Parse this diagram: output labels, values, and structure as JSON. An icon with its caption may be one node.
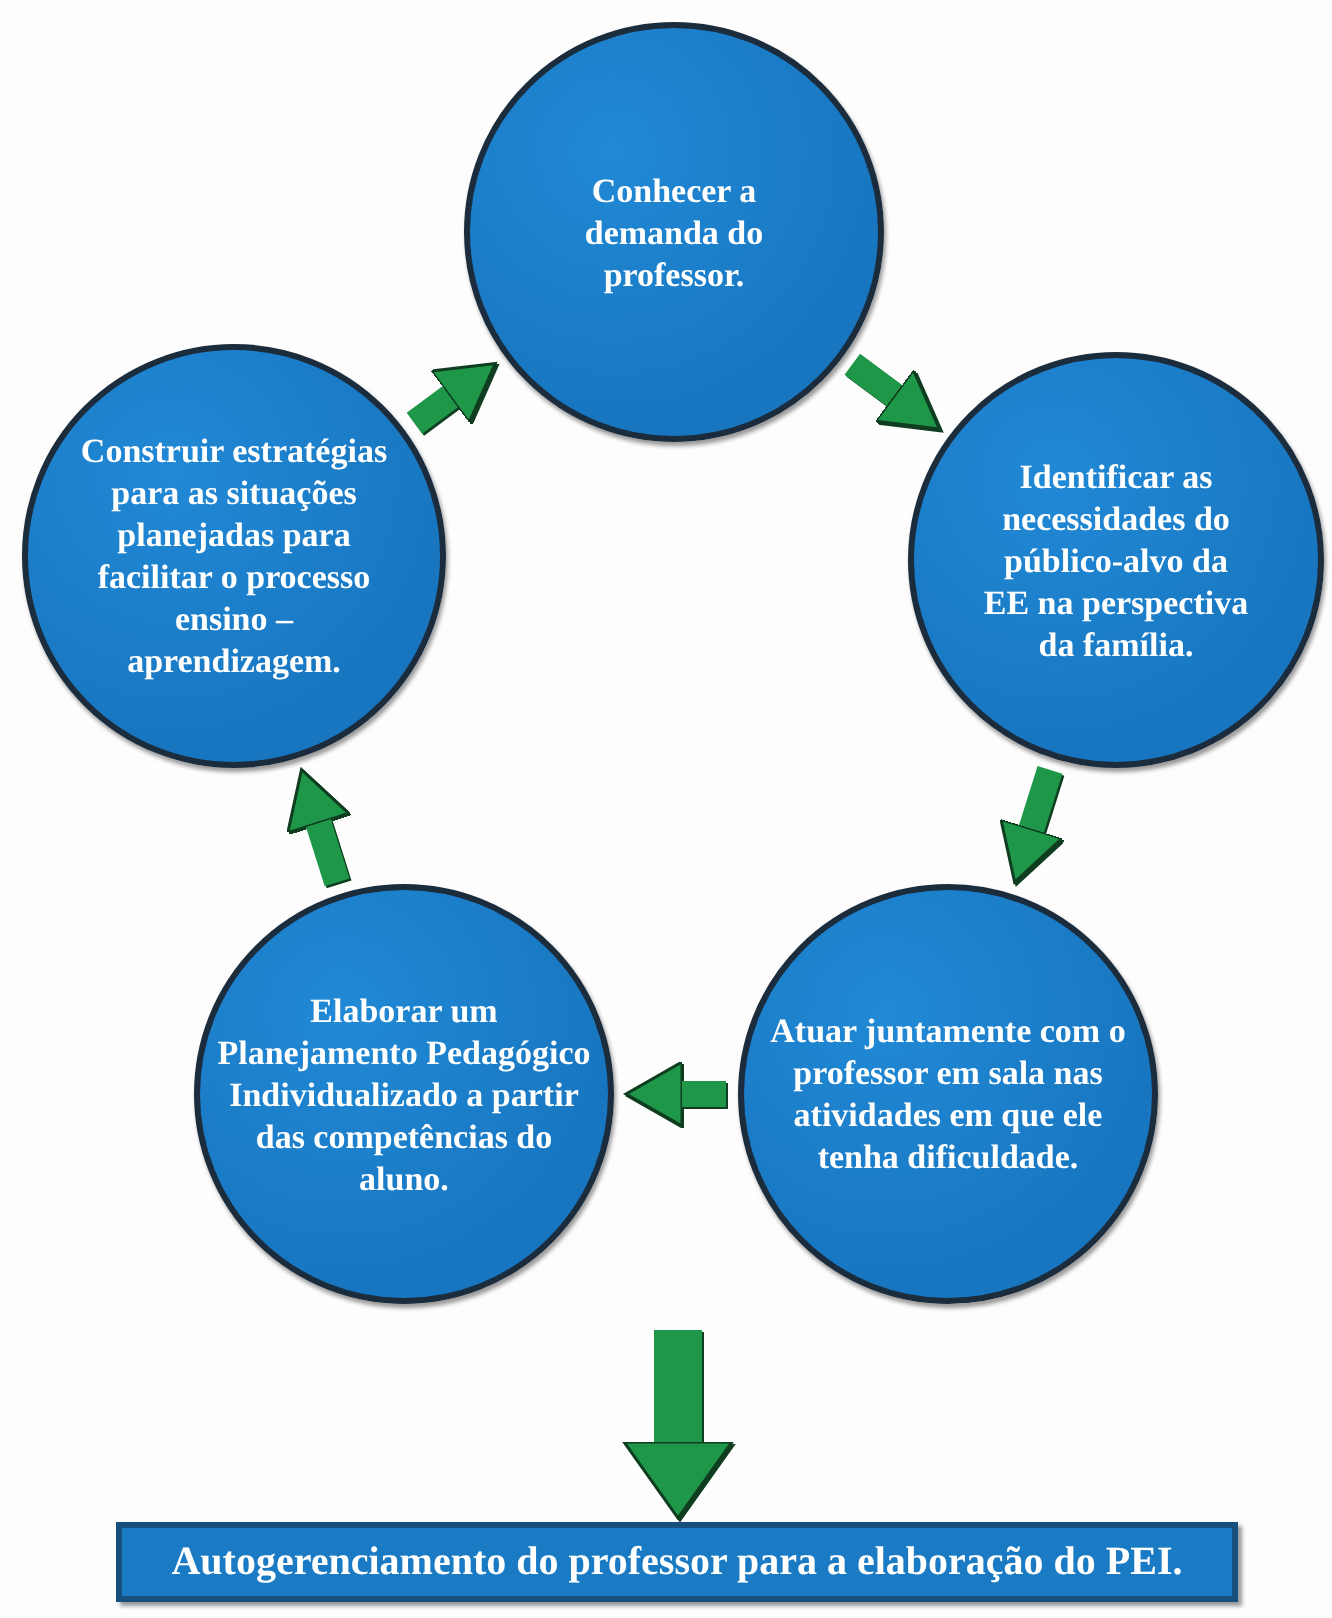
{
  "diagram": {
    "nodes": [
      {
        "text": [
          "Conhecer a demanda do professor."
        ]
      },
      {
        "text": [
          "Identificar as necessidades do público-alvo da EE na perspectiva da família."
        ]
      },
      {
        "text": [
          "Atuar juntamente com o professor em sala nas atividades em que ele tenha dificuldade."
        ]
      },
      {
        "text": [
          "Elaborar um Planejamento Pedagógico Individualizado a partir das competências do aluno."
        ]
      },
      {
        "text": [
          "Construir estratégias para as situações planejadas para facilitar o processo ensino – aprendizagem."
        ]
      },
      {
        "text": [
          "Autogerenciamento do professor para a elaboração do PEI."
        ]
      }
    ],
    "edges": [
      {
        "from": 0,
        "to": 1,
        "arrow": "to"
      },
      {
        "from": 1,
        "to": 2,
        "arrow": "to"
      },
      {
        "from": 2,
        "to": 3,
        "arrow": "to"
      },
      {
        "from": 3,
        "to": 4,
        "arrow": "to"
      },
      {
        "from": 4,
        "to": 0,
        "arrow": "to"
      },
      {
        "from": null,
        "to": 5,
        "arrow": "to",
        "style": "thick"
      }
    ]
  }
}
